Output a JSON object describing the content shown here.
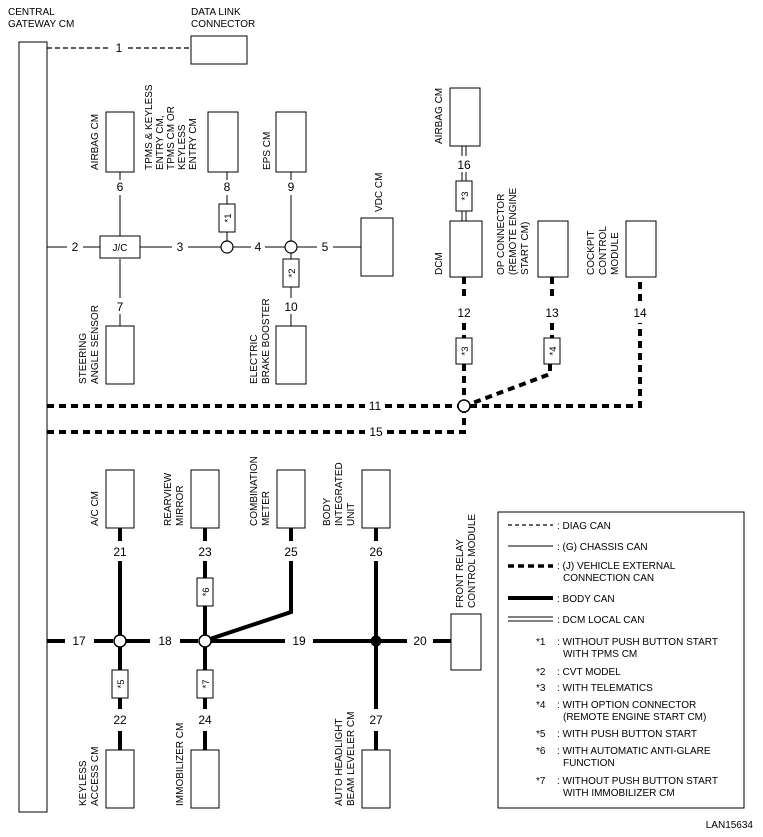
{
  "gateway": {
    "label_line1": "CENTRAL",
    "label_line2": "GATEWAY CM"
  },
  "dlc": {
    "label_line1": "DATA LINK",
    "label_line2": "CONNECTOR"
  },
  "jc": {
    "label": "J/C"
  },
  "nodes": {
    "airbag_cm": "AIRBAG CM",
    "tpms_line1": "TPMS & KEYLESS",
    "tpms_line2": "ENTRY CM,",
    "tpms_line3": "TPMS CM OR",
    "tpms_line4": "KEYLESS",
    "tpms_line5": "ENTRY CM",
    "eps_cm": "EPS CM",
    "vdc_cm": "VDC CM",
    "airbag_cm_top": "AIRBAG CM",
    "dcm": "DCM",
    "op_line1": "OP CONNECTOR",
    "op_line2": "(REMOTE ENGINE",
    "op_line3": "START CM)",
    "cockpit_line1": "COCKPIT",
    "cockpit_line2": "CONTROL",
    "cockpit_line3": "MODULE",
    "steering_line1": "STEERING",
    "steering_line2": "ANGLE SENSOR",
    "booster_line1": "ELECTRIC",
    "booster_line2": "BRAKE BOOSTER",
    "ac_cm": "A/C CM",
    "rearview_line1": "REARVIEW",
    "rearview_line2": "MIRROR",
    "combination_line1": "COMBINATION",
    "combination_line2": "METER",
    "body_line1": "BODY",
    "body_line2": "INTEGRATED",
    "body_line3": "UNIT",
    "front_relay_line1": "FRONT RELAY",
    "front_relay_line2": "CONTROL MODULE",
    "keyless_line1": "KEYLESS",
    "keyless_line2": "ACCESS CM",
    "immobilizer": "IMMOBILIZER CM",
    "headlight_line1": "AUTO HEADLIGHT",
    "headlight_line2": "BEAM LEVELER CM"
  },
  "line_numbers": [
    "1",
    "2",
    "3",
    "4",
    "5",
    "6",
    "7",
    "8",
    "9",
    "10",
    "11",
    "12",
    "13",
    "14",
    "15",
    "16",
    "17",
    "18",
    "19",
    "20",
    "21",
    "22",
    "23",
    "24",
    "25",
    "26",
    "27"
  ],
  "tags": [
    "*1",
    "*2",
    "*3",
    "*3",
    "*4",
    "*5",
    "*6",
    "*7"
  ],
  "legend": {
    "diag_can": ": DIAG CAN",
    "chassis_can": ": (G) CHASSIS CAN",
    "vehicle_ext_line1": ": (J) VEHICLE EXTERNAL",
    "vehicle_ext_line2": "CONNECTION CAN",
    "body_can": ": BODY CAN",
    "dcm_local_can": ": DCM LOCAL CAN",
    "notes": [
      {
        "tag": "*1",
        "line1": ": WITHOUT PUSH BUTTON START",
        "line2": "WITH TPMS CM"
      },
      {
        "tag": "*2",
        "line1": ": CVT MODEL",
        "line2": ""
      },
      {
        "tag": "*3",
        "line1": ": WITH TELEMATICS",
        "line2": ""
      },
      {
        "tag": "*4",
        "line1": ": WITH OPTION CONNECTOR",
        "line2": "(REMOTE ENGINE START CM)"
      },
      {
        "tag": "*5",
        "line1": ": WITH PUSH BUTTON START",
        "line2": ""
      },
      {
        "tag": "*6",
        "line1": ": WITH AUTOMATIC ANTI-GLARE",
        "line2": "FUNCTION"
      },
      {
        "tag": "*7",
        "line1": ": WITHOUT PUSH BUTTON START",
        "line2": "WITH IMMOBILIZER CM"
      }
    ]
  },
  "figure_id": "LAN15634"
}
